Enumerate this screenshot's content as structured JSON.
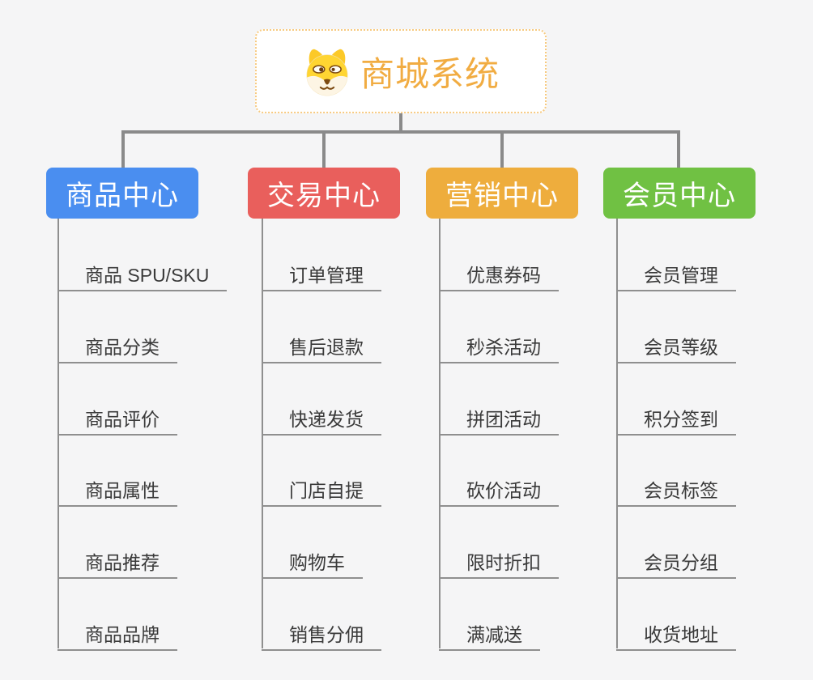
{
  "page": {
    "background_color": "#f5f5f6",
    "connector_color": "#8a8a8a"
  },
  "root": {
    "title": "商城系统",
    "icon": "dog-face-icon",
    "text_color": "#f1ac42",
    "border_color": "#f7ca80"
  },
  "branches": [
    {
      "label": "商品中心",
      "color": "#4a8ef0",
      "children": [
        "商品 SPU/SKU",
        "商品分类",
        "商品评价",
        "商品属性",
        "商品推荐",
        "商品品牌"
      ]
    },
    {
      "label": "交易中心",
      "color": "#e95f5c",
      "children": [
        "订单管理",
        "售后退款",
        "快递发货",
        "门店自提",
        "购物车",
        "销售分佣"
      ]
    },
    {
      "label": "营销中心",
      "color": "#eead3d",
      "children": [
        "优惠券码",
        "秒杀活动",
        "拼团活动",
        "砍价活动",
        "限时折扣",
        "满减送"
      ]
    },
    {
      "label": "会员中心",
      "color": "#70c143",
      "children": [
        "会员管理",
        "会员等级",
        "积分签到",
        "会员标签",
        "会员分组",
        "收货地址"
      ]
    }
  ]
}
